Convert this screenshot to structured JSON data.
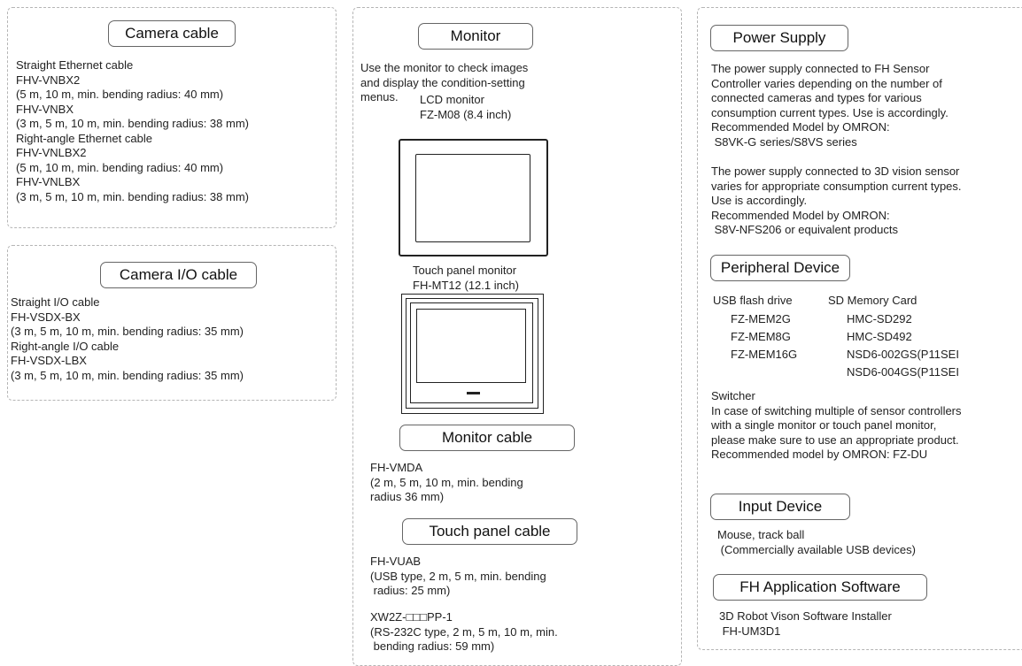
{
  "camera_cable": {
    "title": "Camera cable",
    "lines": [
      "Straight Ethernet cable",
      "FHV-VNBX2",
      "(5 m, 10 m, min. bending radius: 40 mm)",
      "FHV-VNBX",
      "(3 m, 5 m, 10 m, min. bending radius: 38 mm)",
      "Right-angle Ethernet cable",
      "FHV-VNLBX2",
      "(5 m, 10 m, min. bending radius: 40 mm)",
      "FHV-VNLBX",
      "(3 m, 5 m, 10 m, min. bending radius: 38 mm)"
    ]
  },
  "camera_io_cable": {
    "title": "Camera I/O cable",
    "lines": [
      "Straight I/O cable",
      "FH-VSDX-BX",
      "(3 m, 5 m, 10 m, min. bending radius: 35 mm)",
      "Right-angle I/O cable",
      "FH-VSDX-LBX",
      "(3 m, 5 m, 10 m, min. bending radius: 35 mm)"
    ]
  },
  "monitor": {
    "title": "Monitor",
    "description": [
      "Use the monitor to check images",
      "and display the condition-setting",
      "menus."
    ],
    "lcd_label": [
      "LCD monitor",
      "FZ-M08 (8.4 inch)"
    ],
    "touch_label": [
      "Touch panel monitor",
      "FH-MT12 (12.1 inch)"
    ]
  },
  "monitor_cable": {
    "title": "Monitor cable",
    "lines": [
      "FH-VMDA",
      "(2 m, 5 m, 10 m, min. bending",
      "radius 36 mm)"
    ]
  },
  "touch_panel_cable": {
    "title": "Touch panel cable",
    "group1": [
      "FH-VUAB",
      "(USB type, 2 m, 5 m, min. bending",
      " radius: 25 mm)"
    ],
    "group2": [
      "XW2Z-□□□PP-1",
      "(RS-232C type, 2 m, 5 m, 10 m, min.",
      " bending radius: 59 mm)"
    ]
  },
  "power_supply": {
    "title": "Power Supply",
    "para1": [
      "The power supply connected to FH Sensor",
      "Controller varies depending on the number of",
      "connected cameras and types for various",
      "consumption current types. Use is accordingly.",
      "Recommended Model by OMRON:",
      " S8VK-G series/S8VS series"
    ],
    "para2": [
      "The power supply connected to 3D vision sensor",
      "varies for appropriate consumption current types.",
      "Use is accordingly.",
      "Recommended Model by OMRON:",
      " S8V-NFS206 or equivalent products"
    ]
  },
  "peripheral_device": {
    "title": "Peripheral Device",
    "usb_heading": "USB flash drive",
    "usb_items": [
      "FZ-MEM2G",
      "FZ-MEM8G",
      "FZ-MEM16G"
    ],
    "sd_heading": "SD Memory Card",
    "sd_items": [
      "HMC-SD292",
      "HMC-SD492",
      "NSD6-002GS(P11SEI",
      "NSD6-004GS(P11SEI"
    ],
    "switcher": [
      "Switcher",
      "In case of switching multiple of sensor controllers",
      "with a single monitor or touch panel monitor,",
      "please make sure to use an appropriate product.",
      "Recommended model by OMRON: FZ-DU"
    ]
  },
  "input_device": {
    "title": "Input Device",
    "lines": [
      "Mouse, track ball",
      " (Commercially available USB devices)"
    ]
  },
  "fh_software": {
    "title": "FH Application Software",
    "lines": [
      "3D Robot Vison Software Installer",
      " FH-UM3D1"
    ]
  }
}
